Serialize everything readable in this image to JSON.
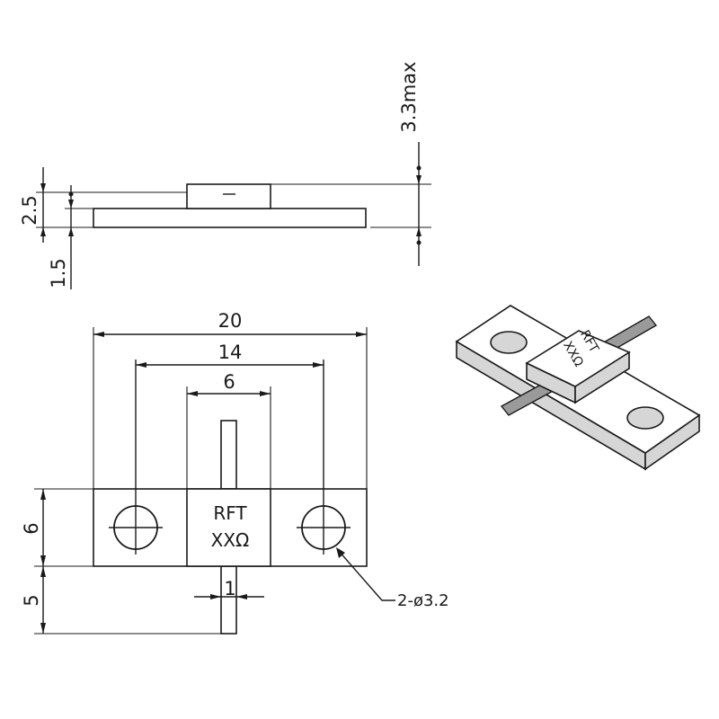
{
  "side_view": {
    "dim_total_height": "3.3max",
    "dim_flange_top": "2.5",
    "dim_flange_thickness": "1.5"
  },
  "top_view": {
    "dim_overall_width": "20",
    "dim_hole_spacing": "14",
    "dim_body_width": "6",
    "dim_flange_height": "6",
    "dim_lead_length": "5",
    "dim_lead_width": "1",
    "hole_callout": "2-ø3.2",
    "body_label_line1": "RFT",
    "body_label_line2": "XXΩ"
  },
  "iso_view": {
    "label_line1": "RFT",
    "label_line2": "XXΩ"
  }
}
